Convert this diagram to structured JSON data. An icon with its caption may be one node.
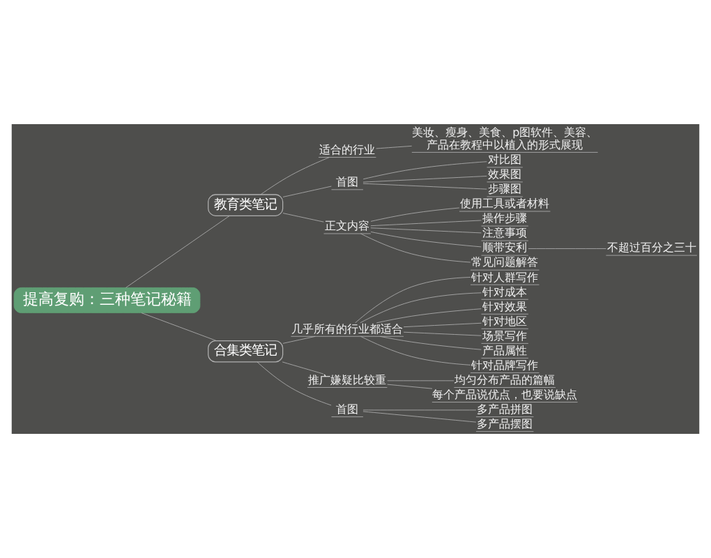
{
  "diagram": {
    "nodes": [
      {
        "text": [
          "提高复购：三种笔记秘籍"
        ]
      },
      {
        "text": [
          "教育类笔记"
        ]
      },
      {
        "text": [
          "适合的行业"
        ]
      },
      {
        "text": [
          "美妆、瘦身、美食、p图软件、美容、产品在教程中以植入的形式展现"
        ]
      },
      {
        "text": [
          "首图"
        ]
      },
      {
        "text": [
          "对比图"
        ]
      },
      {
        "text": [
          "效果图"
        ]
      },
      {
        "text": [
          "步骤图"
        ]
      },
      {
        "text": [
          "正文内容"
        ]
      },
      {
        "text": [
          "使用工具或者材料"
        ]
      },
      {
        "text": [
          "操作步骤"
        ]
      },
      {
        "text": [
          "注意事项"
        ]
      },
      {
        "text": [
          "顺带安利"
        ]
      },
      {
        "text": [
          "不超过百分之三十"
        ]
      },
      {
        "text": [
          "常见问题解答"
        ]
      },
      {
        "text": [
          "合集类笔记"
        ]
      },
      {
        "text": [
          "几乎所有的行业都适合"
        ]
      },
      {
        "text": [
          "针对人群写作"
        ]
      },
      {
        "text": [
          "针对成本"
        ]
      },
      {
        "text": [
          "针对效果"
        ]
      },
      {
        "text": [
          "针对地区"
        ]
      },
      {
        "text": [
          "场景写作"
        ]
      },
      {
        "text": [
          "产品属性"
        ]
      },
      {
        "text": [
          "针对品牌写作"
        ]
      },
      {
        "text": [
          "推广嫌疑比较重"
        ]
      },
      {
        "text": [
          "均匀分布产品的篇幅"
        ]
      },
      {
        "text": [
          "每个产品说优点，也要说缺点"
        ]
      },
      {
        "text": [
          "首图"
        ]
      },
      {
        "text": [
          "多产品拼图"
        ]
      },
      {
        "text": [
          "多产品摆图"
        ]
      }
    ],
    "edges": [
      {
        "from": 0,
        "to": 1,
        "arrow": "none"
      },
      {
        "from": 1,
        "to": 2,
        "arrow": "none"
      },
      {
        "from": 2,
        "to": 3,
        "arrow": "none"
      },
      {
        "from": 1,
        "to": 4,
        "arrow": "none"
      },
      {
        "from": 4,
        "to": 5,
        "arrow": "none"
      },
      {
        "from": 4,
        "to": 6,
        "arrow": "none"
      },
      {
        "from": 4,
        "to": 7,
        "arrow": "none"
      },
      {
        "from": 1,
        "to": 8,
        "arrow": "none"
      },
      {
        "from": 8,
        "to": 9,
        "arrow": "none"
      },
      {
        "from": 8,
        "to": 10,
        "arrow": "none"
      },
      {
        "from": 8,
        "to": 11,
        "arrow": "none"
      },
      {
        "from": 8,
        "to": 12,
        "arrow": "none"
      },
      {
        "from": 12,
        "to": 13,
        "arrow": "none"
      },
      {
        "from": 8,
        "to": 14,
        "arrow": "none"
      },
      {
        "from": 0,
        "to": 15,
        "arrow": "none"
      },
      {
        "from": 15,
        "to": 16,
        "arrow": "none"
      },
      {
        "from": 16,
        "to": 17,
        "arrow": "none"
      },
      {
        "from": 16,
        "to": 18,
        "arrow": "none"
      },
      {
        "from": 16,
        "to": 19,
        "arrow": "none"
      },
      {
        "from": 16,
        "to": 20,
        "arrow": "none"
      },
      {
        "from": 16,
        "to": 21,
        "arrow": "none"
      },
      {
        "from": 16,
        "to": 22,
        "arrow": "none"
      },
      {
        "from": 16,
        "to": 23,
        "arrow": "none"
      },
      {
        "from": 15,
        "to": 24,
        "arrow": "none"
      },
      {
        "from": 24,
        "to": 25,
        "arrow": "none"
      },
      {
        "from": 24,
        "to": 26,
        "arrow": "none"
      },
      {
        "from": 15,
        "to": 27,
        "arrow": "none"
      },
      {
        "from": 27,
        "to": 28,
        "arrow": "none"
      },
      {
        "from": 27,
        "to": 29,
        "arrow": "none"
      }
    ]
  }
}
